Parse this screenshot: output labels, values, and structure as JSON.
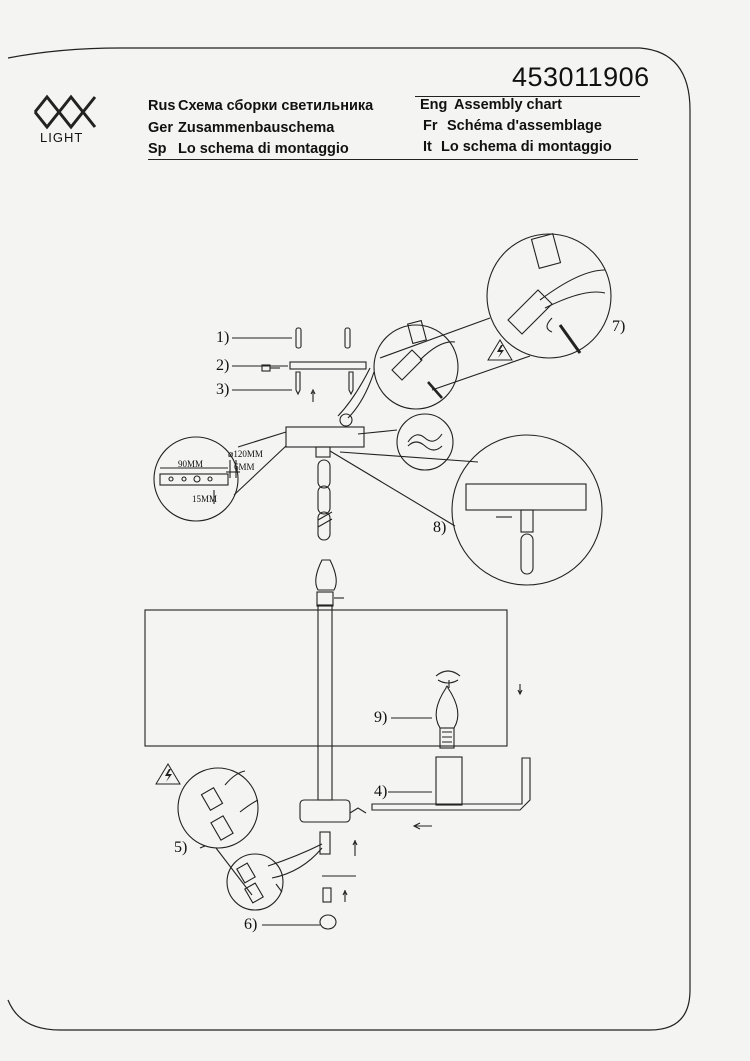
{
  "brand": {
    "logo_text": "LIGHT"
  },
  "model_number": "453011906",
  "titles": {
    "left": [
      {
        "lang": "Rus",
        "text": "Схема сборки светильника"
      },
      {
        "lang": "Ger",
        "text": "Zusammenbauschema"
      },
      {
        "lang": "Sp",
        "text": "Lo schema di montaggio"
      }
    ],
    "right": [
      {
        "lang": "Eng",
        "text": "Assembly chart"
      },
      {
        "lang": "Fr",
        "text": "Schéma d'assemblage"
      },
      {
        "lang": "It",
        "text": "Lo schema di montaggio"
      }
    ]
  },
  "callouts": {
    "c1": "1)",
    "c2": "2)",
    "c3": "3)",
    "c4": "4)",
    "c5": "5)",
    "c6": "6)",
    "c7": "7)",
    "c8": "8)",
    "c9": "9)"
  },
  "dimensions": {
    "diameter": "⌀120MM",
    "spacing": "90MM",
    "slot": "6MM",
    "offset": "15MM"
  },
  "icons": {
    "warning_top": "electric-warning-icon",
    "warning_left": "electric-warning-icon"
  }
}
